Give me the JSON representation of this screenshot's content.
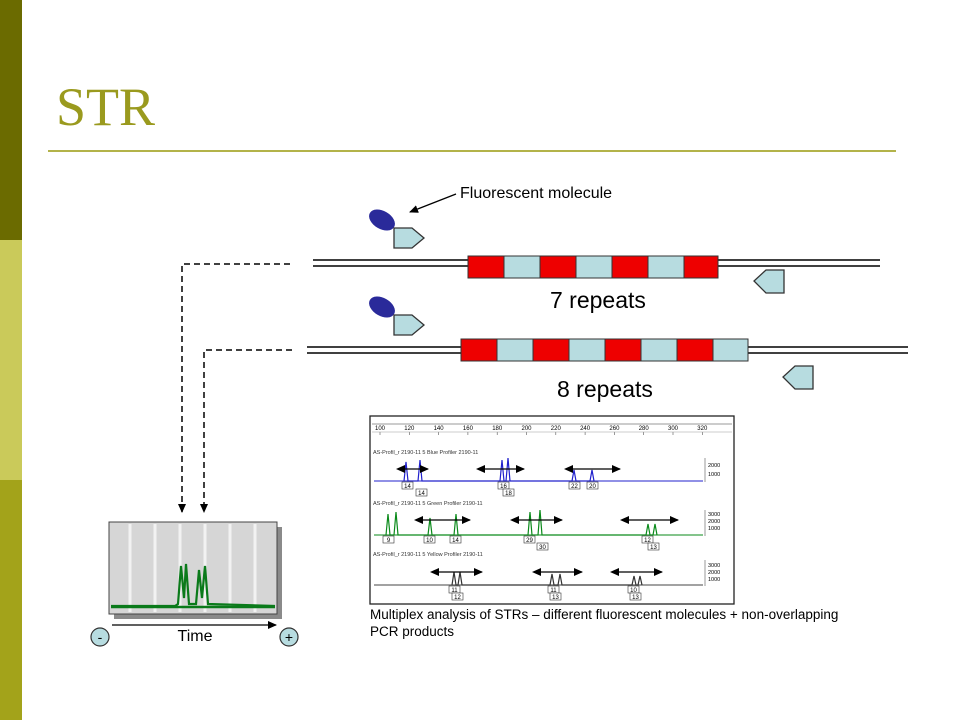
{
  "slide": {
    "title": "STR",
    "colors": {
      "title": "#9a9a1e",
      "repeat_red": "#ee0000",
      "repeat_blue": "#b7dce0",
      "dye": "#2a2a9a",
      "peak_green": "#0a7a1a"
    }
  },
  "diagram": {
    "fluorescent_label": "Fluorescent molecule",
    "repeats7_label": "7 repeats",
    "repeats8_label": "8 repeats",
    "time_label": "Time",
    "minus_label": "-",
    "plus_label": "+",
    "caption": "Multiplex analysis of STRs – different fluorescent molecules + non-overlapping PCR products"
  },
  "electropherogram": {
    "scale_ticks": [
      "100",
      "120",
      "140",
      "160",
      "180",
      "200",
      "220",
      "240",
      "260",
      "280",
      "300",
      "320"
    ],
    "panels": [
      {
        "label": "AS-Profil_r 2190-11  5 Blue  Profiler 2190-11",
        "y_ticks": [
          "2000",
          "1000"
        ],
        "alleles": [
          "14",
          "14",
          "16",
          "18",
          "22",
          "20"
        ],
        "color": "#2020cc"
      },
      {
        "label": "AS-Profil_r 2190-11  5 Green  Profiler 2190-11",
        "y_ticks": [
          "3000",
          "2000",
          "1000"
        ],
        "alleles": [
          "9",
          "10",
          "14",
          "29",
          "30",
          "12",
          "13"
        ],
        "color": "#0a8a1a"
      },
      {
        "label": "AS-Profil_r 2190-11  5 Yellow  Profiler 2190-11",
        "y_ticks": [
          "3000",
          "2000",
          "1000"
        ],
        "alleles": [
          "11",
          "12",
          "11",
          "13",
          "10",
          "13"
        ],
        "color": "#333333"
      }
    ]
  }
}
